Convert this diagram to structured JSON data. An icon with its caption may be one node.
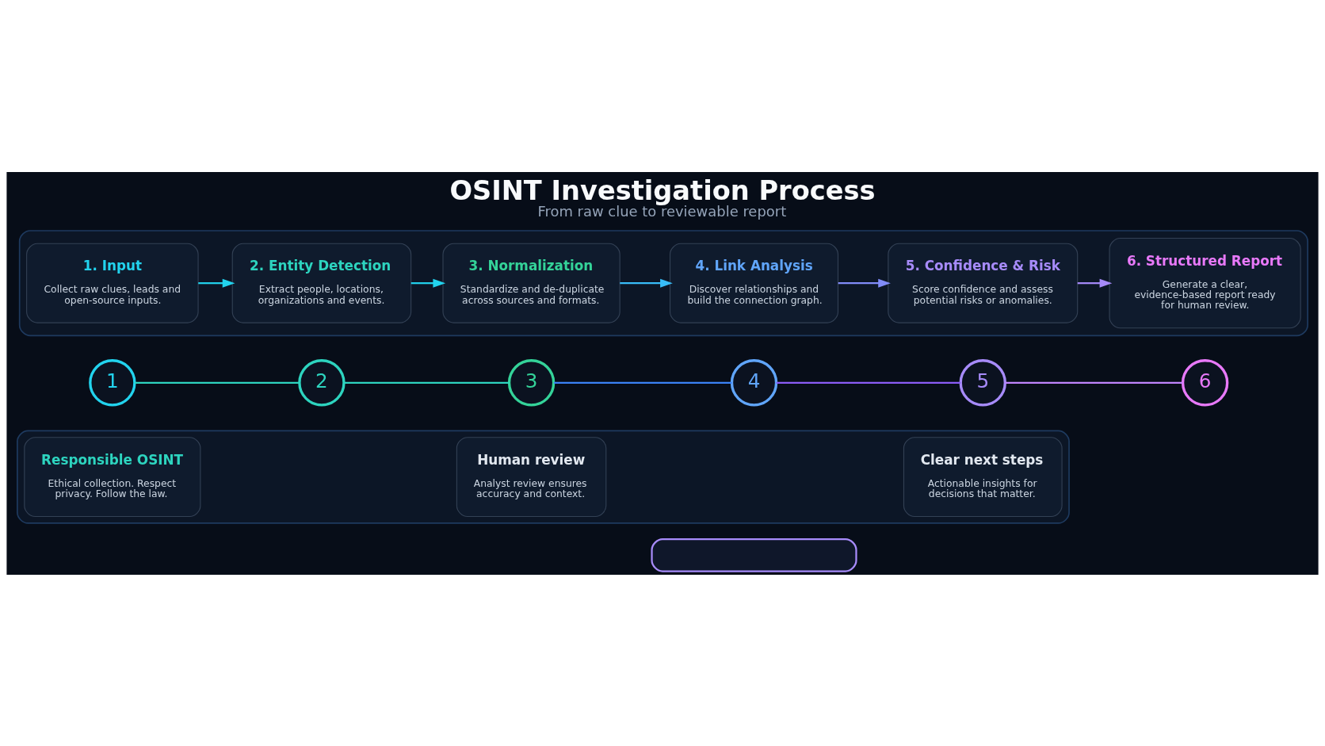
{
  "diagram": {
    "title": "OSINT Investigation Process",
    "caption": "From raw clue to reviewable report",
    "nodes": [
      {
        "text": [],
        "shape": "box"
      },
      {
        "text": [
          "1"
        ]
      },
      {
        "text": [
          "2"
        ]
      },
      {
        "text": [
          "3"
        ]
      },
      {
        "text": [
          "4"
        ]
      },
      {
        "text": [
          "5"
        ]
      },
      {
        "text": [
          "6"
        ]
      },
      {
        "text": [
          "1. Input",
          "Collect raw clues, leads and open-source inputs."
        ],
        "in": 0
      },
      {
        "text": [
          "2. Entity Detection",
          "Extract people, locations, organizations and events."
        ],
        "in": 0
      },
      {
        "text": [
          "3. Normalization",
          "Standardize and de-duplicate across sources and formats."
        ],
        "in": 0
      },
      {
        "text": [
          "4. Link Analysis",
          "Discover relationships and build the connection graph."
        ],
        "in": 0
      },
      {
        "text": [
          "5. Confidence & Risk",
          "Score confidence and assess potential risks or anomalies."
        ],
        "in": 0
      },
      {
        "text": [
          "6. Structured Report",
          "Generate a clear, evidence-based report ready for human review."
        ],
        "in": 0
      },
      {
        "text": [],
        "shape": "box"
      },
      {
        "text": [
          "Responsible OSINT",
          "Ethical collection. Respect privacy. Follow the law."
        ],
        "in": 13
      },
      {
        "text": [
          "Human review",
          "Analyst review ensures accuracy and context."
        ],
        "in": 13
      },
      {
        "text": [
          "Clear next steps",
          "Actionable insights for decisions that matter."
        ],
        "in": 13
      },
      {
        "text": [],
        "shape": "box"
      }
    ],
    "edges": [
      {
        "from": 1,
        "to": 2,
        "arrow": "none",
        "color": "#2dd4bf"
      },
      {
        "from": 2,
        "to": 3,
        "arrow": "none",
        "color": "#2dd4bf"
      },
      {
        "from": 3,
        "to": 4,
        "arrow": "none",
        "color": "#3b82f6"
      },
      {
        "from": 4,
        "to": 5,
        "arrow": "none",
        "color": "#8b5cf6"
      },
      {
        "from": 5,
        "to": 6,
        "arrow": "none",
        "color": "#c084fc"
      },
      {
        "from": 7,
        "to": 8,
        "arrow": "to",
        "color": "#22d3ee"
      },
      {
        "from": 8,
        "to": 9,
        "arrow": "to",
        "color": "#22d3ee"
      },
      {
        "from": 9,
        "to": 10,
        "arrow": "to",
        "color": "#38bdf8"
      },
      {
        "from": 10,
        "to": 11,
        "arrow": "to",
        "color": "#818cf8"
      },
      {
        "from": 11,
        "to": 12,
        "arrow": "to",
        "color": "#a78bfa"
      }
    ]
  }
}
